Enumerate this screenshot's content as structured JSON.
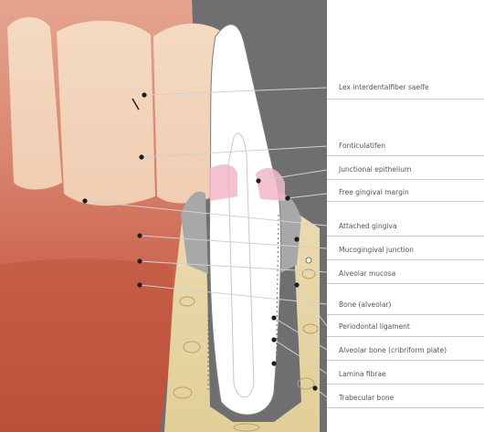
{
  "diagram": {
    "labels": [
      "Lex interdentalfiber saelfe",
      "Fonticulatifen",
      "Junctional epithelium",
      "Free gingival margin",
      "Attached gingiva",
      "Mucogingival junction",
      "Alveolar mucosa",
      "Bone (alveolar)",
      "Periodontal ligament",
      "Alveolar bone (cribriform plate)",
      "Lamina fibrae",
      "Trabecular bone"
    ],
    "colors": {
      "background_gray": "#6f6f72",
      "gingiva": "#d98a74",
      "alveolar_mucosa": "#c0563f",
      "enamel": "#f1dcc6",
      "bone": "#e8d7a6",
      "tooth_section": "#ffffff"
    }
  }
}
